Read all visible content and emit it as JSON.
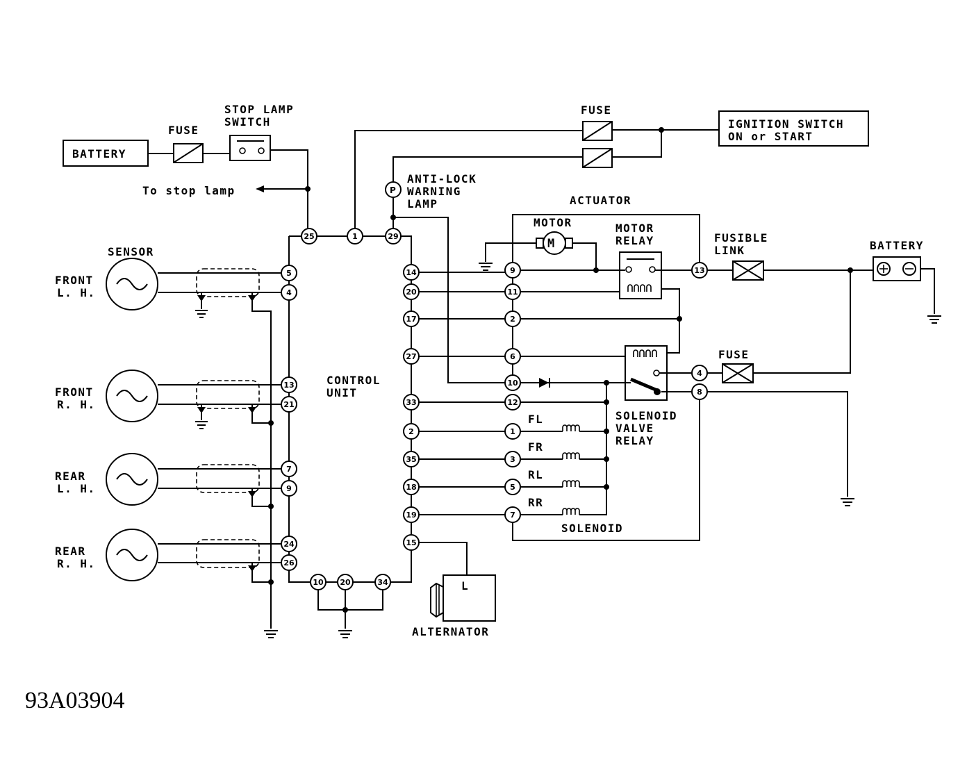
{
  "labels": {
    "battery_left": "BATTERY",
    "fuse_left": "FUSE",
    "stop_lamp_switch_1": "STOP LAMP",
    "stop_lamp_switch_2": "SWITCH",
    "to_stop_lamp": "To stop lamp",
    "fuse_top": "FUSE",
    "ignition_1": "IGNITION SWITCH",
    "ignition_2": "ON or START",
    "warning_1": "ANTI-LOCK",
    "warning_2": "WARNING",
    "warning_3": "LAMP",
    "actuator": "ACTUATOR",
    "motor": "MOTOR",
    "motor_relay_1": "MOTOR",
    "motor_relay_2": "RELAY",
    "fusible_link_1": "FUSIBLE",
    "fusible_link_2": "LINK",
    "battery_right": "BATTERY",
    "sensor": "SENSOR",
    "front_lh_1": "FRONT",
    "front_lh_2": "L. H.",
    "front_rh_1": "FRONT",
    "front_rh_2": "R. H.",
    "rear_lh_1": "REAR",
    "rear_lh_2": "L. H.",
    "rear_rh_1": "REAR",
    "rear_rh_2": "R. H.",
    "control_unit_1": "CONTROL",
    "control_unit_2": "UNIT",
    "fuse_right": "FUSE",
    "solenoid_valve_relay_1": "SOLENOID",
    "solenoid_valve_relay_2": "VALVE",
    "solenoid_valve_relay_3": "RELAY",
    "fl": "FL",
    "fr": "FR",
    "rl": "RL",
    "rr": "RR",
    "solenoid": "SOLENOID",
    "alternator": "ALTERNATOR",
    "alternator_terminal": "L",
    "figure_code": "93A03904"
  },
  "pins": {
    "cu_top": [
      "25",
      "1",
      "29"
    ],
    "cu_left": [
      "5",
      "4",
      "13",
      "21",
      "7",
      "9",
      "24",
      "26"
    ],
    "cu_right": [
      "14",
      "20",
      "17",
      "27",
      "33",
      "2",
      "35",
      "18",
      "19",
      "15"
    ],
    "cu_bottom": [
      "10",
      "20",
      "34"
    ],
    "actuator": [
      "9",
      "11",
      "2",
      "6",
      "10",
      "12",
      "1",
      "3",
      "5",
      "7"
    ],
    "relay": [
      "13",
      "4",
      "8"
    ]
  }
}
